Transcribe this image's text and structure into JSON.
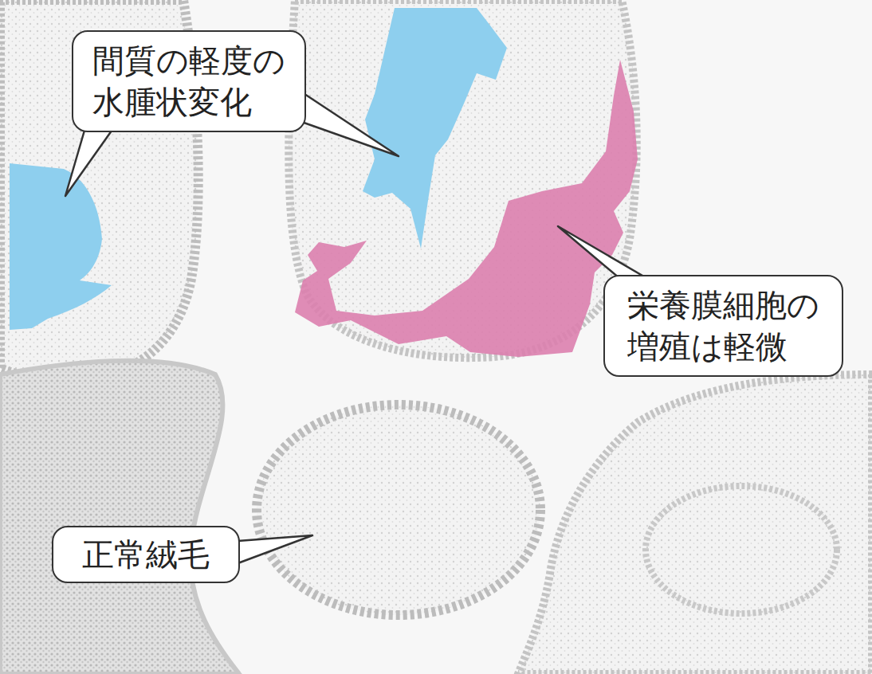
{
  "diagram": {
    "nodes": [
      {
        "text": [
          "間質の軽度の 水腫状変化"
        ]
      },
      {
        "text": [
          "栄養膜細胞の 増殖は軽微"
        ]
      },
      {
        "text": [
          "正常絨毛"
        ]
      }
    ]
  }
}
